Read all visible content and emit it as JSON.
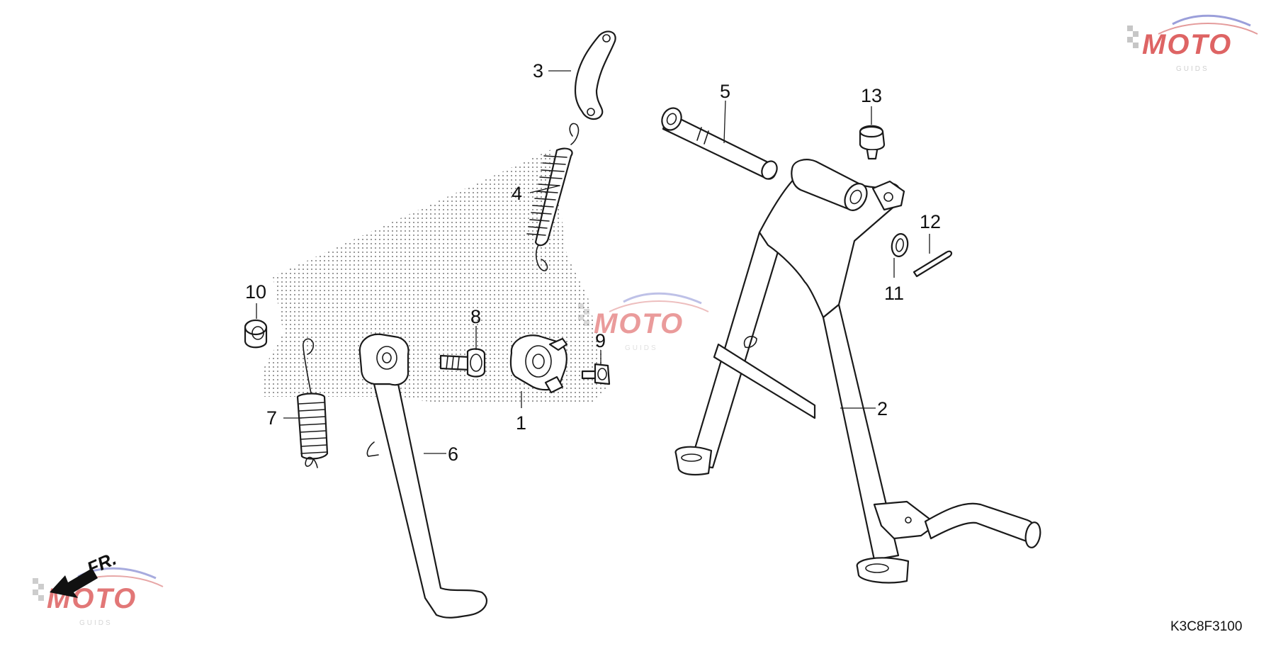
{
  "diagram": {
    "code": "K3C8F3100",
    "front_indicator": "FR.",
    "callouts": {
      "c1": "1",
      "c2": "2",
      "c3": "3",
      "c4": "4",
      "c5": "5",
      "c6": "6",
      "c7": "7",
      "c8": "8",
      "c9": "9",
      "c10": "10",
      "c11": "11",
      "c12": "12",
      "c13": "13"
    }
  },
  "watermark": {
    "brand": "MOTO",
    "sub": "GUIDS",
    "colors": {
      "red": "#d94a4a",
      "grey": "#bdbdbd",
      "blue": "#8a8fd4"
    }
  }
}
